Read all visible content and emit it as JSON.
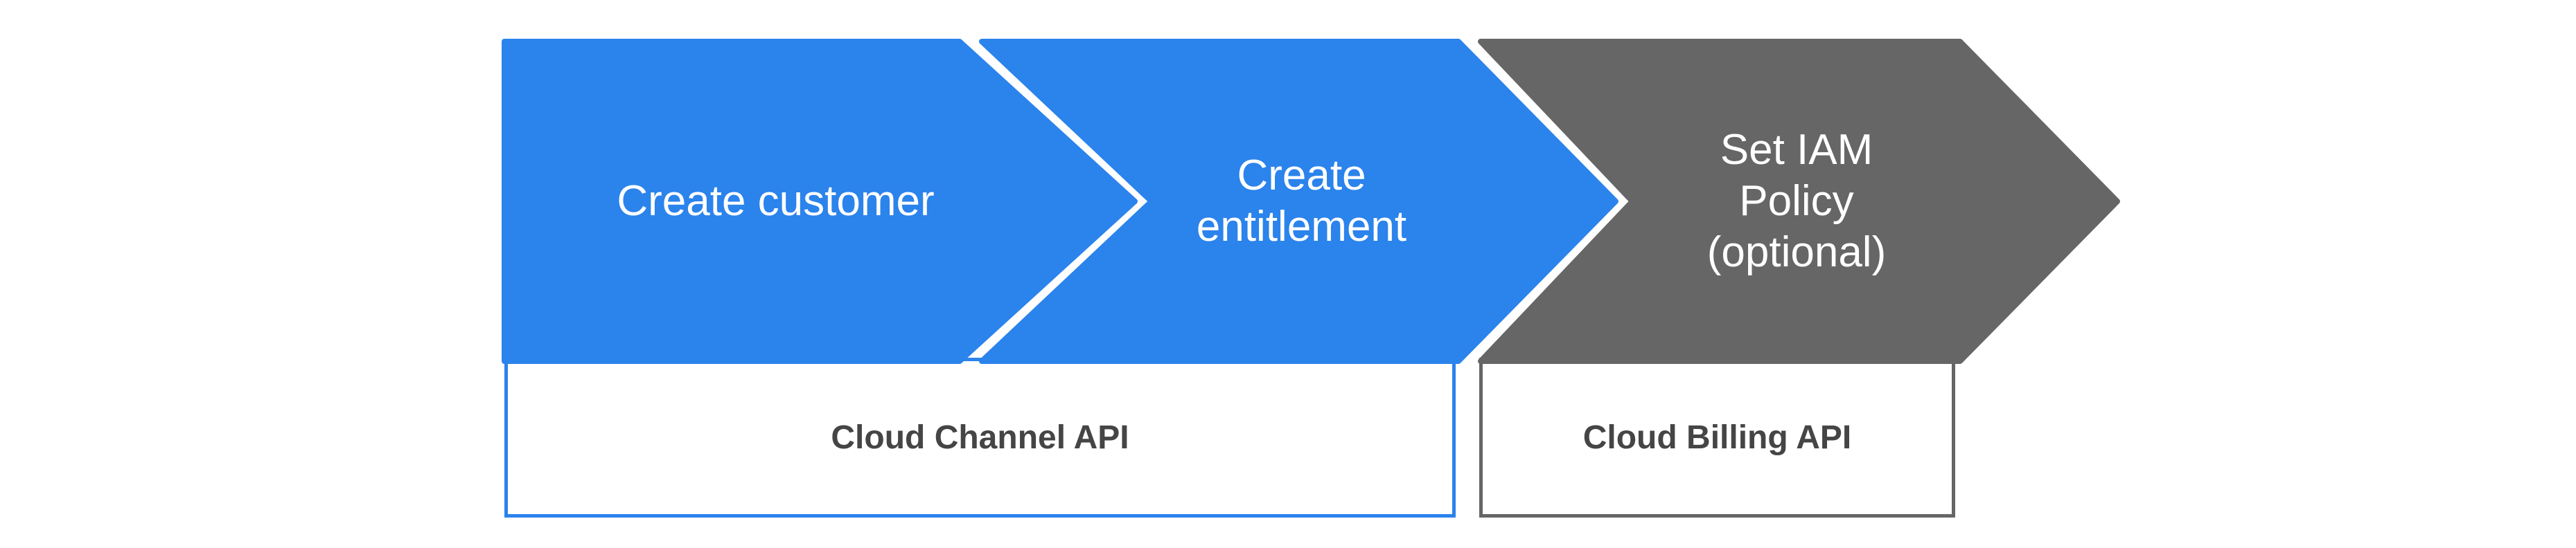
{
  "diagram": {
    "background_color": "#ffffff",
    "colors": {
      "step_blue": "#2b83ec",
      "step_gray": "#666666",
      "step_text": "#ffffff",
      "box_text": "#454545",
      "box_border_blue": "#2b83ec",
      "box_border_gray": "#666666"
    },
    "steps": [
      {
        "label": "Create customer",
        "lines": [
          "Create customer"
        ],
        "color": "#2b83ec"
      },
      {
        "label": "Create entitlement",
        "lines": [
          "Create",
          "entitlement"
        ],
        "color": "#2b83ec"
      },
      {
        "label": "Set IAM Policy (optional)",
        "lines": [
          "Set IAM",
          "Policy",
          "(optional)"
        ],
        "color": "#666666"
      }
    ],
    "api_boxes": [
      {
        "label": "Cloud Channel API",
        "border_color": "#2b83ec"
      },
      {
        "label": "Cloud Billing API",
        "border_color": "#666666"
      }
    ]
  }
}
